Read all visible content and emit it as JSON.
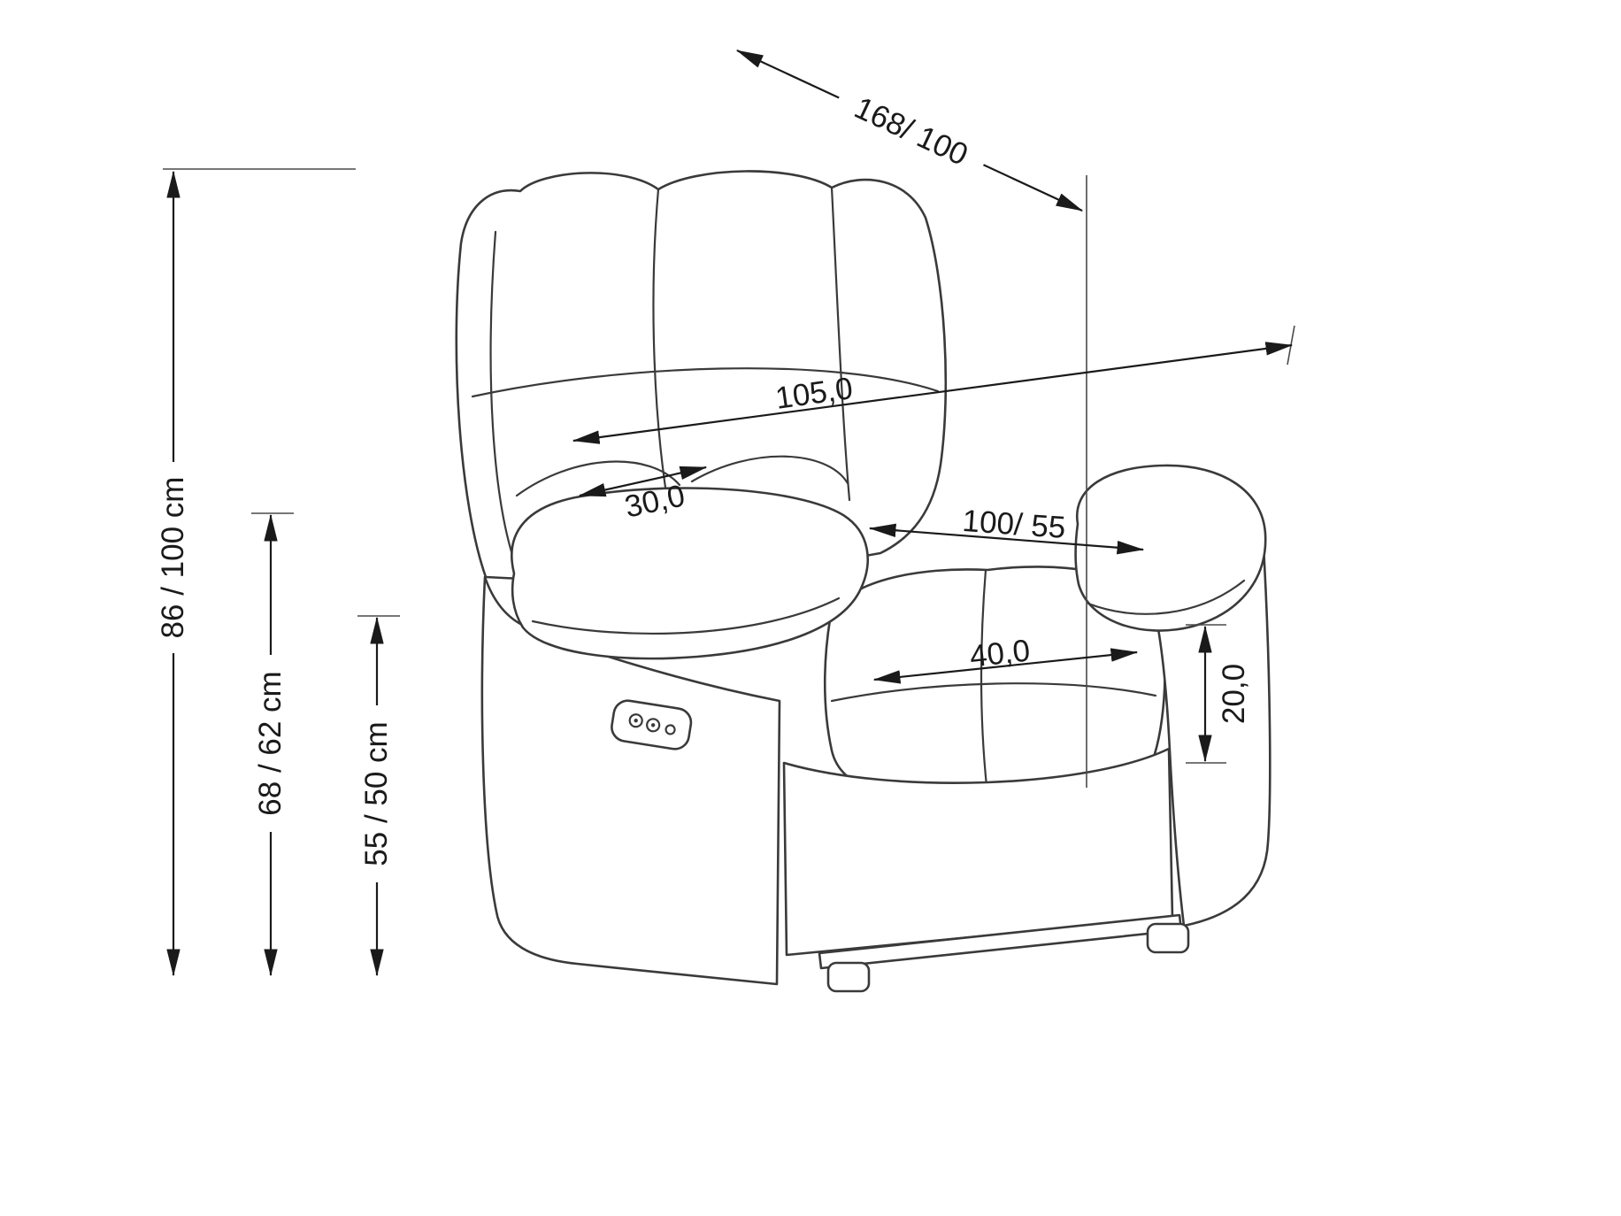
{
  "page": {
    "background": "#ffffff",
    "line_color": "#3a3a3a",
    "dimension_color": "#1a1a1a"
  },
  "drawing": {
    "name": "recliner-armchair-dimension-drawing",
    "labels": {
      "diagonal_depth": "168/ 100",
      "overall_width": "105,0",
      "armrest_width": "30,0",
      "seat_width": "100/ 55",
      "seat_depth": "40,0",
      "armrest_height": "20,0",
      "total_height": "86 / 100 cm",
      "back_height": "68 / 62 cm",
      "arm_seat_height": "55 / 50 cm"
    }
  }
}
